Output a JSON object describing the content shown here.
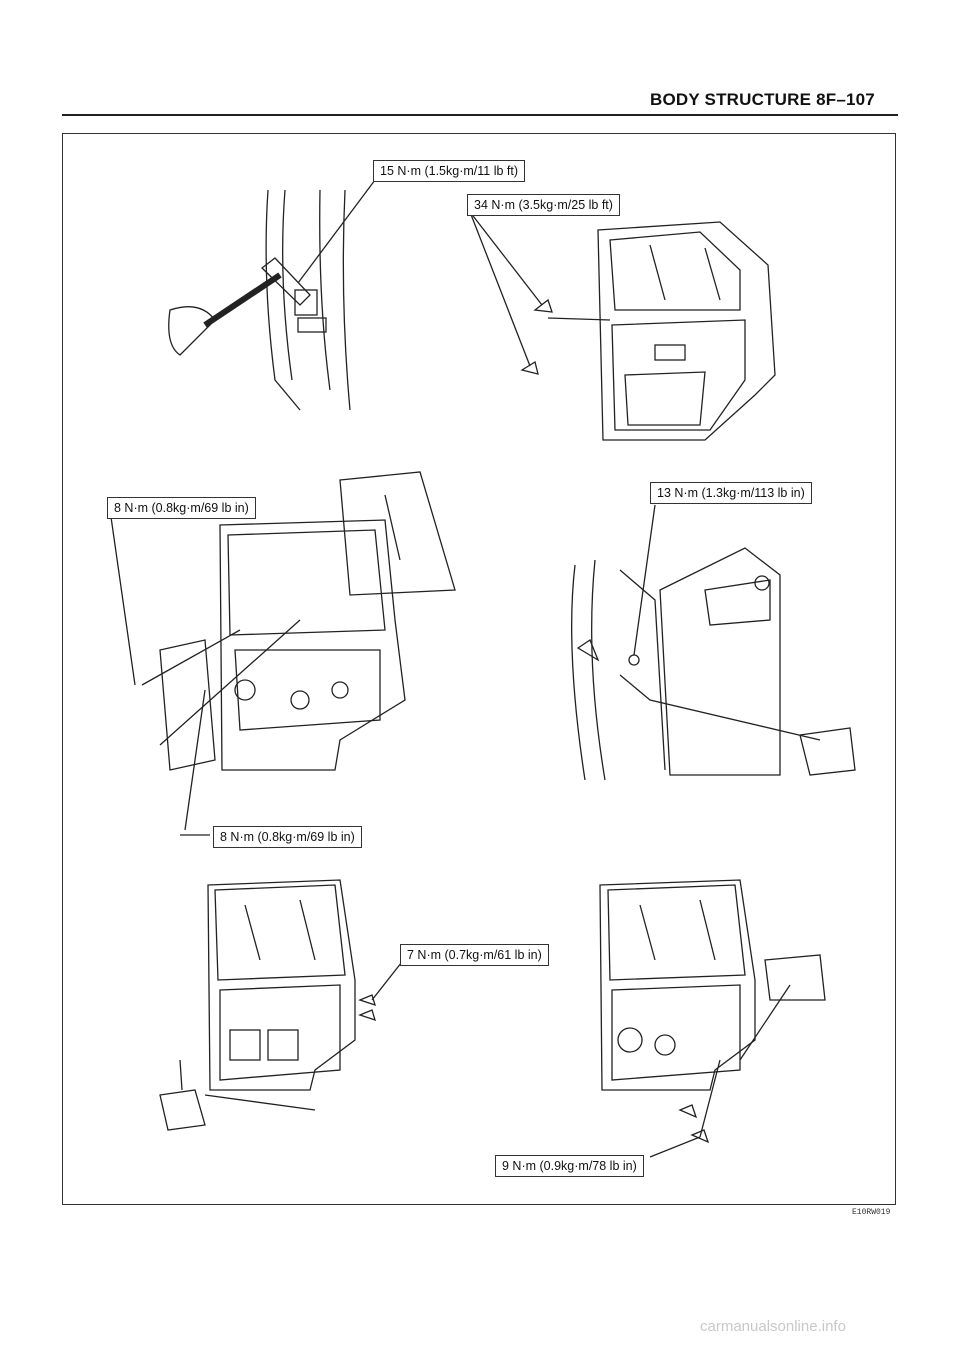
{
  "header": {
    "title": "BODY STRUCTURE   8F–107"
  },
  "torque_labels": {
    "hinge_hammer": "15 N·m (1.5kg·m/11 lb ft)",
    "door_hinge_bolts": "34 N·m (3.5kg·m/25 lb ft)",
    "regulator_upper": "8 N·m (0.8kg·m/69 lb in)",
    "door_check": "13 N·m (1.3kg·m/113 lb in)",
    "regulator_lower": "8 N·m (0.8kg·m/69 lb in)",
    "lock_striker": "7 N·m (0.7kg·m/61 lb in)",
    "handle_bolts": "9 N·m (0.9kg·m/78 lb in)"
  },
  "figure_id": "E10RW019",
  "footer": "carmanualsonline.info",
  "colors": {
    "line": "#222222",
    "frame": "#333333"
  }
}
